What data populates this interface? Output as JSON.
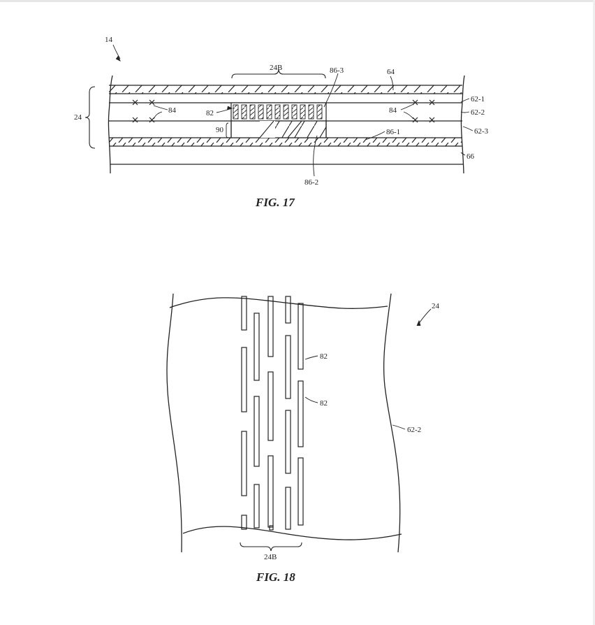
{
  "fig17": {
    "caption": "FIG. 17",
    "labels": {
      "device": "14",
      "display": "24",
      "region": "24B",
      "layer_top": "64",
      "layer_bottom": "66",
      "layer_1": "62-1",
      "layer_2": "62-2",
      "layer_3": "62-3",
      "pixel_left": "84",
      "pixel_right": "84",
      "lines": "82",
      "adhesive": "90",
      "part_3": "86-3",
      "part_1": "86-1",
      "part_2": "86-2"
    }
  },
  "fig18": {
    "caption": "FIG. 18",
    "labels": {
      "display": "24",
      "lines_a": "82",
      "lines_b": "82",
      "layer": "62-2",
      "region": "24B"
    }
  }
}
